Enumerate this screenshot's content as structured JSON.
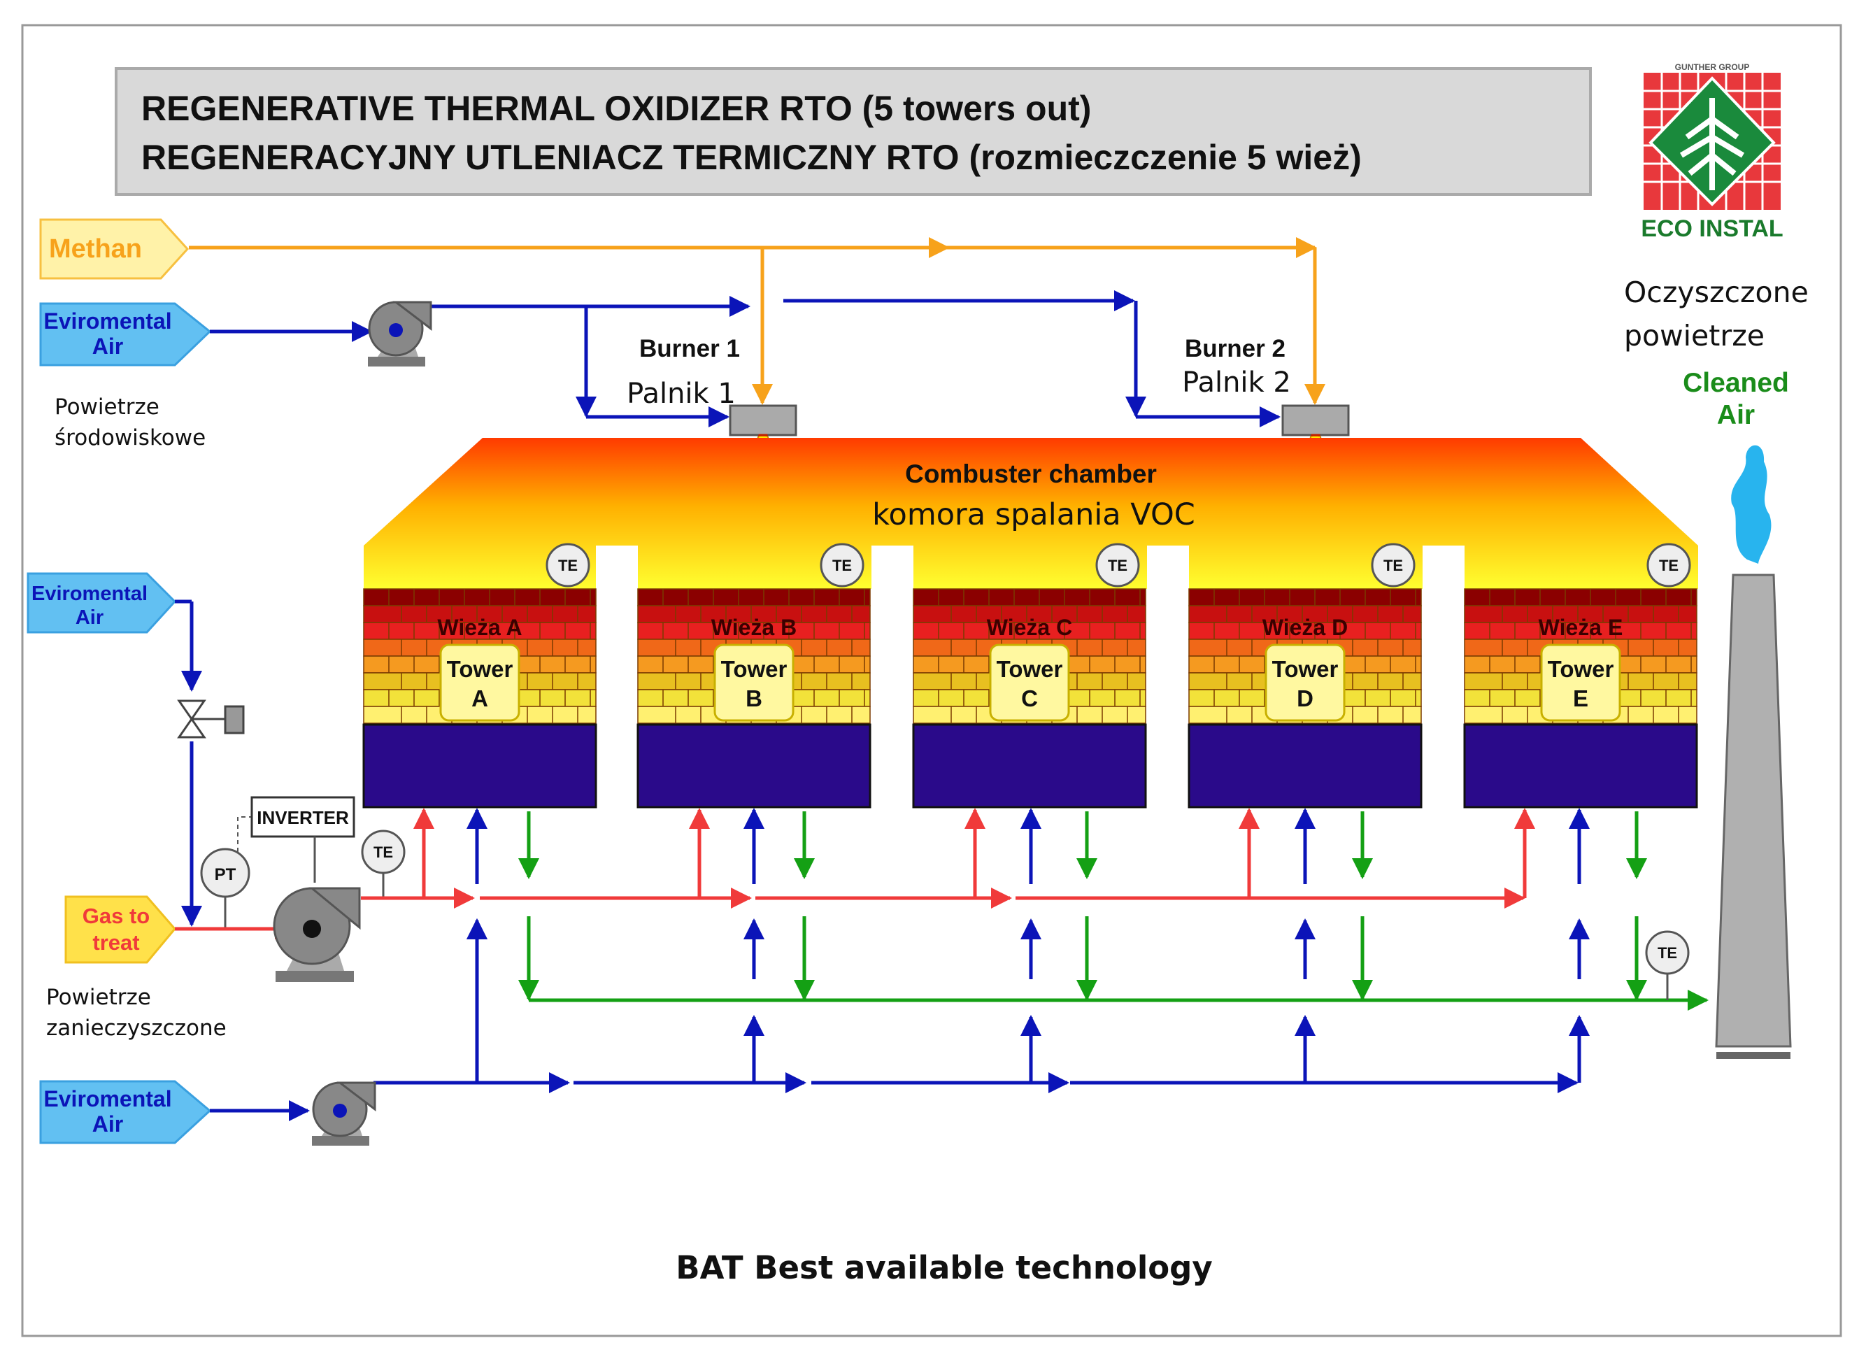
{
  "title": {
    "line1": "REGENERATIVE THERMAL OXIDIZER RTO (5 towers out)",
    "line2": "REGENERACYJNY UTLENIACZ TERMICZNY RTO (rozmieczczenie 5 wież)"
  },
  "logo": {
    "group": "GUNTHER GROUP",
    "name": "ECO INSTAL"
  },
  "inputs": {
    "methan": "Methan",
    "env_air_top": {
      "line1": "Eviromental",
      "line2": "Air"
    },
    "env_air_top_pl": {
      "line1": "Powietrze",
      "line2": "środowiskowe"
    },
    "env_air_mid": {
      "line1": "Eviromental",
      "line2": "Air"
    },
    "gas": {
      "line1": "Gas to",
      "line2": "treat"
    },
    "gas_pl": {
      "line1": "Powietrze",
      "line2": "zanieczyszczone"
    },
    "env_air_bottom": {
      "line1": "Eviromental",
      "line2": "Air"
    }
  },
  "burners": [
    {
      "name": "Burner 1",
      "name_pl": "Palnik 1"
    },
    {
      "name": "Burner 2",
      "name_pl": "Palnik 2"
    }
  ],
  "chamber": {
    "name": "Combuster chamber",
    "name_pl": "komora spalania VOC"
  },
  "towers": [
    {
      "name_pl": "Wieża A",
      "label": "Tower",
      "letter": "A"
    },
    {
      "name_pl": "Wieża B",
      "label": "Tower",
      "letter": "B"
    },
    {
      "name_pl": "Wieża C",
      "label": "Tower",
      "letter": "C"
    },
    {
      "name_pl": "Wieża D",
      "label": "Tower",
      "letter": "D"
    },
    {
      "name_pl": "Wieża E",
      "label": "Tower",
      "letter": "E"
    }
  ],
  "instruments": {
    "te": "TE",
    "pt": "PT",
    "inverter": "INVERTER"
  },
  "outlet": {
    "pl_line1": "Oczyszczone",
    "pl_line2": "powietrze",
    "en_line1": "Cleaned",
    "en_line2": "Air"
  },
  "footer": "BAT Best available technology",
  "colors": {
    "methan": "#f7a21b",
    "air": "#0b14b8",
    "gas": "#f03a3a",
    "clean": "#14a014",
    "tower_base": "#2a0a8a",
    "cleaned_text": "#1a8c1a"
  }
}
